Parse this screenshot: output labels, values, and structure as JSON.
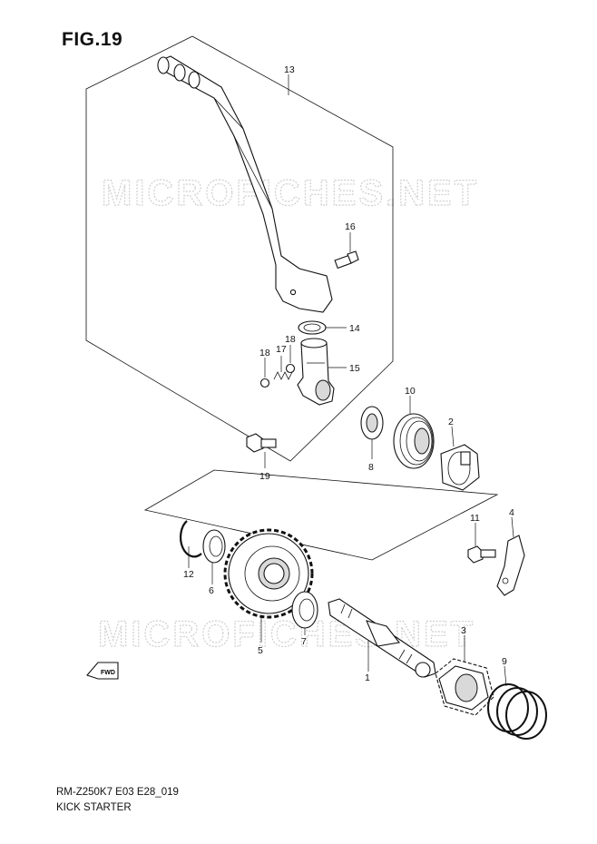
{
  "figure": {
    "title": "FIG.19",
    "code": "RM-Z250K7 E03 E28_019",
    "name": "KICK STARTER",
    "fwd_label": "FWD"
  },
  "watermark": {
    "top": "MICROFICHES.NET",
    "bottom": "MICROFICHES.NET"
  },
  "callouts": {
    "p1": "1",
    "p2": "2",
    "p3": "3",
    "p4": "4",
    "p5": "5",
    "p6": "6",
    "p7": "7",
    "p8": "8",
    "p9": "9",
    "p10": "10",
    "p11": "11",
    "p12": "12",
    "p13": "13",
    "p14": "14",
    "p15": "15",
    "p16": "16",
    "p17": "17",
    "p18a": "18",
    "p18b": "18",
    "p19": "19"
  }
}
